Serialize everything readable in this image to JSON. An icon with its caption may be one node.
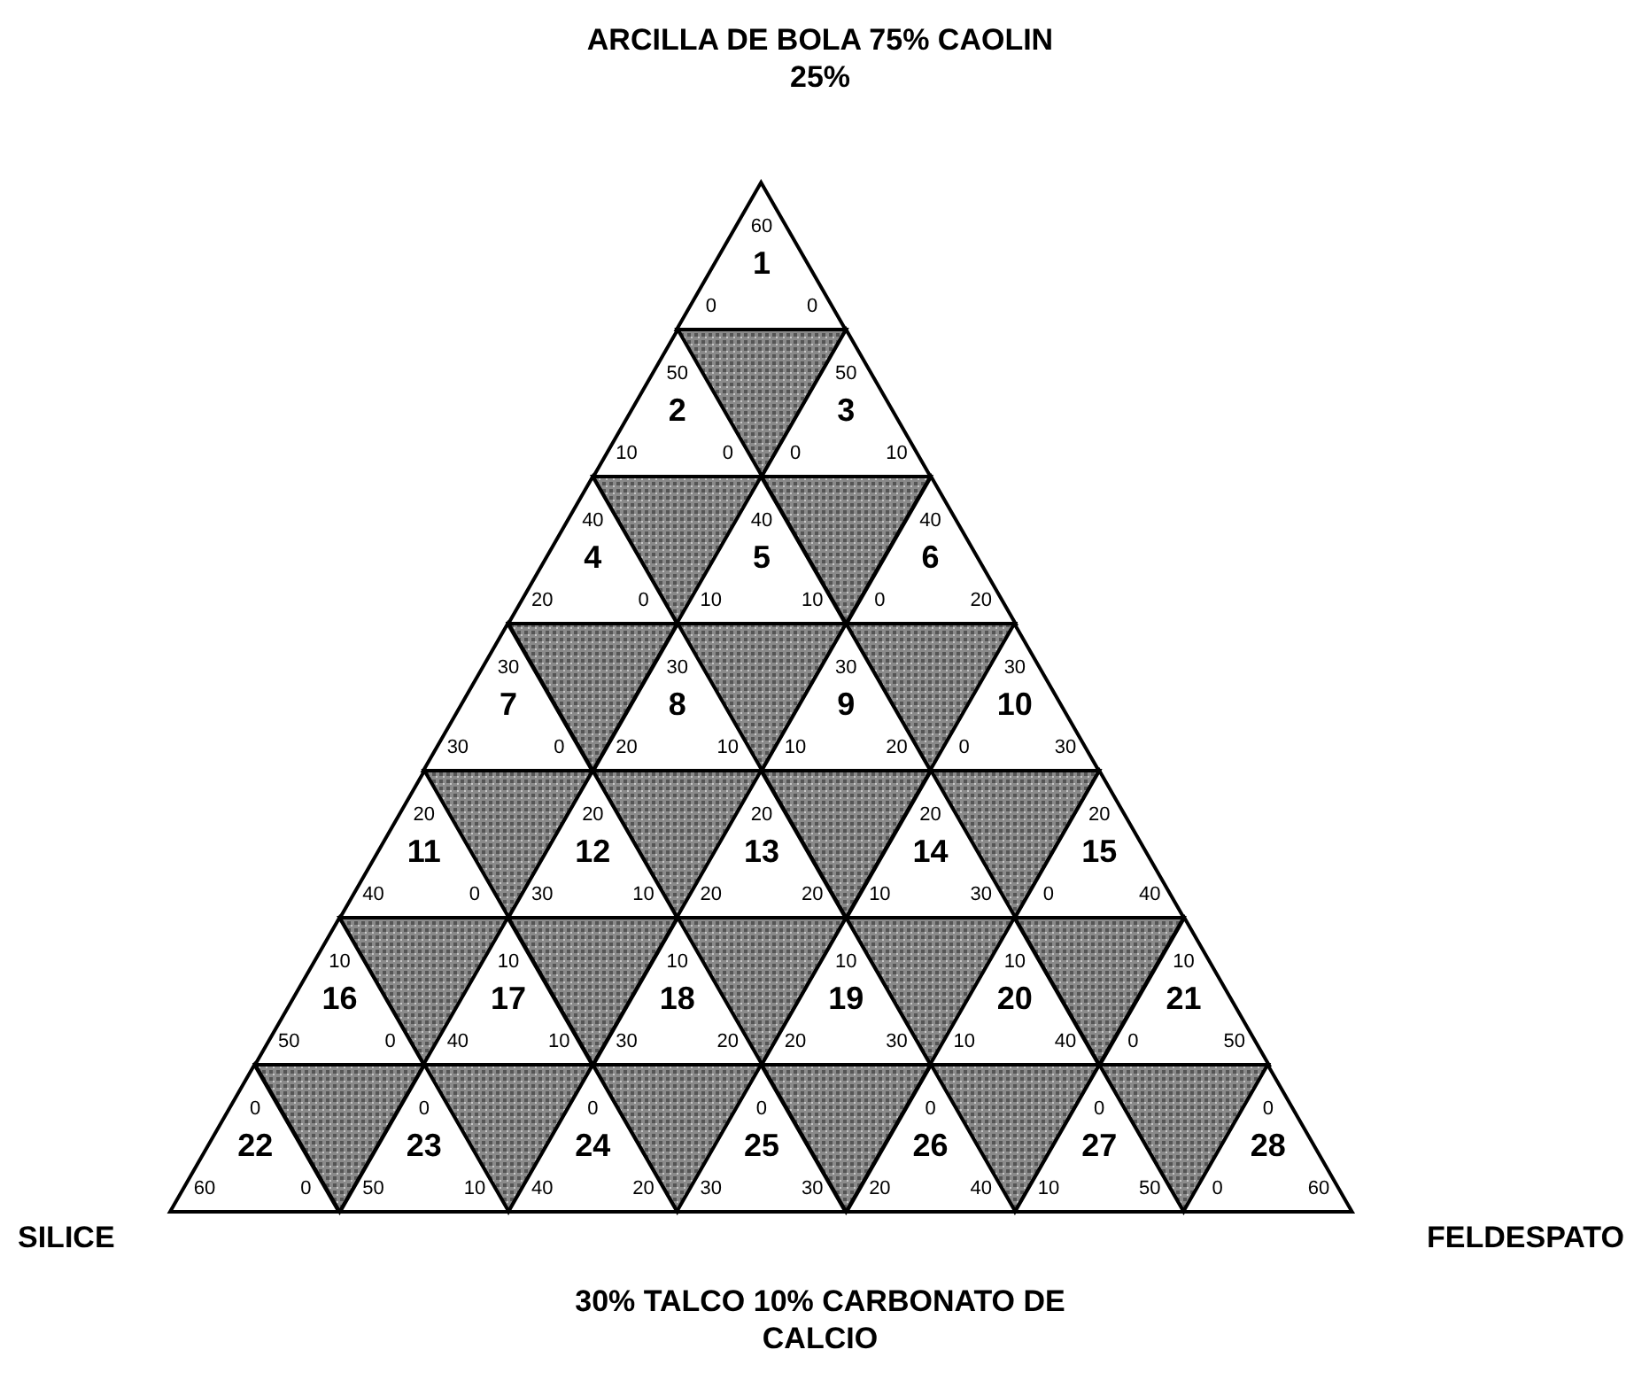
{
  "diagram": {
    "nodes": [
      {
        "text": [
          "1",
          "60",
          "0",
          "0"
        ]
      },
      {
        "text": [
          "2",
          "50",
          "10",
          "0"
        ]
      },
      {
        "text": [
          "3",
          "50",
          "0",
          "10"
        ]
      },
      {
        "text": [
          "4",
          "40",
          "20",
          "0"
        ]
      },
      {
        "text": [
          "5",
          "40",
          "10",
          "10"
        ]
      },
      {
        "text": [
          "6",
          "40",
          "0",
          "20"
        ]
      },
      {
        "text": [
          "7",
          "30",
          "30",
          "0"
        ]
      },
      {
        "text": [
          "8",
          "30",
          "20",
          "10"
        ]
      },
      {
        "text": [
          "9",
          "30",
          "10",
          "20"
        ]
      },
      {
        "text": [
          "10",
          "30",
          "0",
          "30"
        ]
      },
      {
        "text": [
          "11",
          "20",
          "40",
          "0"
        ]
      },
      {
        "text": [
          "12",
          "20",
          "30",
          "10"
        ]
      },
      {
        "text": [
          "13",
          "20",
          "20",
          "20"
        ]
      },
      {
        "text": [
          "14",
          "20",
          "10",
          "30"
        ]
      },
      {
        "text": [
          "15",
          "20",
          "0",
          "40"
        ]
      },
      {
        "text": [
          "16",
          "10",
          "50",
          "0"
        ]
      },
      {
        "text": [
          "17",
          "10",
          "40",
          "10"
        ]
      },
      {
        "text": [
          "18",
          "10",
          "30",
          "20"
        ]
      },
      {
        "text": [
          "19",
          "10",
          "20",
          "30"
        ]
      },
      {
        "text": [
          "20",
          "10",
          "10",
          "40"
        ]
      },
      {
        "text": [
          "21",
          "10",
          "0",
          "50"
        ]
      },
      {
        "text": [
          "22",
          "0",
          "60",
          "0"
        ]
      },
      {
        "text": [
          "23",
          "0",
          "50",
          "10"
        ]
      },
      {
        "text": [
          "24",
          "0",
          "40",
          "20"
        ]
      },
      {
        "text": [
          "25",
          "0",
          "30",
          "30"
        ]
      },
      {
        "text": [
          "26",
          "0",
          "20",
          "40"
        ]
      },
      {
        "text": [
          "27",
          "0",
          "10",
          "50"
        ]
      },
      {
        "text": [
          "28",
          "0",
          "0",
          "60"
        ]
      }
    ],
    "labels": [
      "ARCILLA DE BOLA 75% CAOLIN 25%",
      "SILICE",
      "FELDESPATO",
      "30% TALCO 10% CARBONATO DE CALCIO"
    ]
  }
}
